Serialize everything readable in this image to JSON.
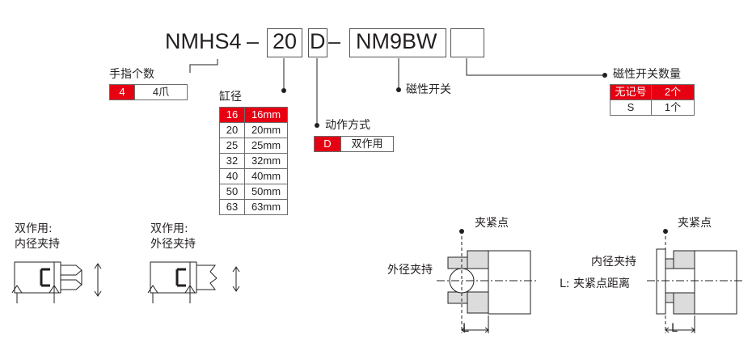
{
  "model": {
    "series": "NMHS4",
    "dash1": "–",
    "bore": "20",
    "action": "D",
    "dash2": "–",
    "switch": "NM9BW",
    "switch_qty": ""
  },
  "fingers": {
    "title": "手指个数",
    "code": "4",
    "desc": "4爪"
  },
  "bore_size": {
    "title": "缸径",
    "rows": [
      {
        "code": "16",
        "desc": "16mm"
      },
      {
        "code": "20",
        "desc": "20mm"
      },
      {
        "code": "25",
        "desc": "25mm"
      },
      {
        "code": "32",
        "desc": "32mm"
      },
      {
        "code": "40",
        "desc": "40mm"
      },
      {
        "code": "50",
        "desc": "50mm"
      },
      {
        "code": "63",
        "desc": "63mm"
      }
    ]
  },
  "action_type": {
    "title": "动作方式",
    "code": "D",
    "desc": "双作用"
  },
  "magnetic_switch": {
    "title": "磁性开关"
  },
  "switch_count": {
    "title": "磁性开关数量",
    "rows": [
      {
        "code": "无记号",
        "desc": "2个"
      },
      {
        "code": "S",
        "desc": "1个"
      }
    ]
  },
  "symbols": {
    "internal": {
      "line1": "双作用:",
      "line2": "内径夹持"
    },
    "external": {
      "line1": "双作用:",
      "line2": "外径夹持"
    }
  },
  "diagram_outer": {
    "clamp_point": "夹紧点",
    "label": "外径夹持",
    "dim": "L"
  },
  "diagram_inner": {
    "clamp_point": "夹紧点",
    "label": "内径夹持",
    "dim_desc": "L:  夹紧点距离",
    "dim": "L"
  },
  "colors": {
    "accent": "#e60012",
    "line": "#231f20",
    "part_fill": "#dcdcdc"
  }
}
